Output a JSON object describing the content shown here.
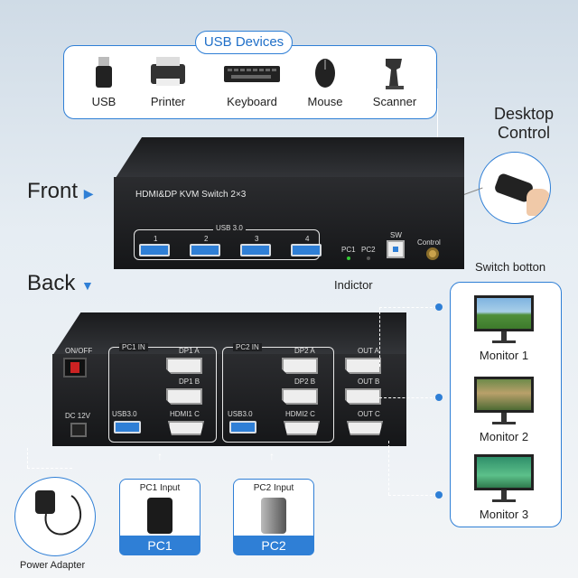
{
  "usb_devices": {
    "title": "USB Devices",
    "items": [
      {
        "label": "USB",
        "icon": "usb-drive-icon"
      },
      {
        "label": "Printer",
        "icon": "printer-icon"
      },
      {
        "label": "Keyboard",
        "icon": "keyboard-icon"
      },
      {
        "label": "Mouse",
        "icon": "mouse-icon"
      },
      {
        "label": "Scanner",
        "icon": "scanner-icon"
      }
    ]
  },
  "desktop_control": {
    "line1": "Desktop",
    "line2": "Control"
  },
  "front": {
    "label": "Front",
    "product_name": "HDMI&DP KVM Switch 2×3",
    "usb_group_label": "USB 3.0",
    "usb_ports": [
      "1",
      "2",
      "3",
      "4"
    ],
    "pc1_label": "PC1",
    "pc2_label": "PC2",
    "sw_label": "SW",
    "control_label": "Control",
    "indicator_callout": "Indictor",
    "switch_callout": "Switch botton"
  },
  "back": {
    "label": "Back",
    "on_off": "ON/OFF",
    "dc": "DC 12V",
    "pc1_in": "PC1 IN",
    "pc2_in": "PC2 IN",
    "dp1a": "DP1 A",
    "dp1b": "DP1 B",
    "usb1": "USB3.0",
    "hdmi1c": "HDMI1 C",
    "dp2a": "DP2 A",
    "dp2b": "DP2 B",
    "usb2": "USB3.0",
    "hdmi2c": "HDMI2 C",
    "outa": "OUT A",
    "outb": "OUT B",
    "outc": "OUT C"
  },
  "monitors": [
    "Monitor 1",
    "Monitor 2",
    "Monitor 3"
  ],
  "pcs": [
    {
      "input_label": "PC1 Input",
      "tag": "PC1"
    },
    {
      "input_label": "PC2 Input",
      "tag": "PC2"
    }
  ],
  "power_adapter": "Power Adapter",
  "colors": {
    "accent": "#2f7fd6",
    "device_body": "#1d1e20"
  }
}
